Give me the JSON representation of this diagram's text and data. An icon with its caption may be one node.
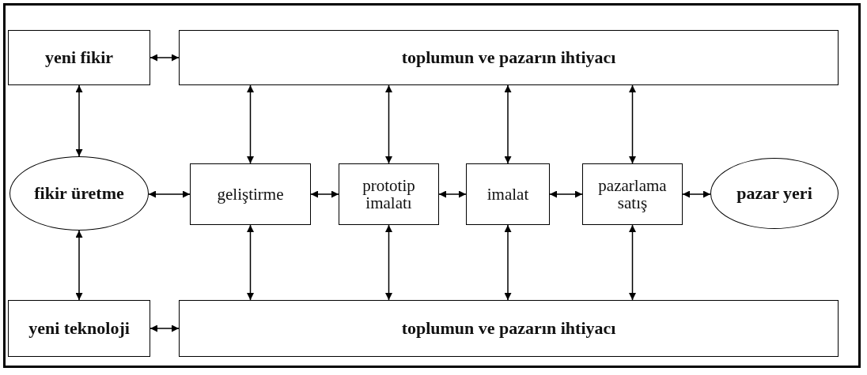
{
  "diagram": {
    "nodes": [
      {
        "text": [
          "yeni fikir"
        ]
      },
      {
        "text": [
          "toplumun ve pazarın ihtiyacı"
        ]
      },
      {
        "text": [
          "fikir üretme"
        ]
      },
      {
        "text": [
          "geliştirme"
        ]
      },
      {
        "text": [
          "prototip imalatı"
        ]
      },
      {
        "text": [
          "imalat"
        ]
      },
      {
        "text": [
          "pazarlama satış"
        ]
      },
      {
        "text": [
          "pazar yeri"
        ]
      },
      {
        "text": [
          "yeni teknoloji"
        ]
      },
      {
        "text": [
          "toplumun ve pazarın ihtiyacı"
        ]
      }
    ],
    "edges": [
      {
        "from": 0,
        "to": 1,
        "arrow": "both"
      },
      {
        "from": 0,
        "to": 2,
        "arrow": "both"
      },
      {
        "from": 1,
        "to": 3,
        "arrow": "both"
      },
      {
        "from": 1,
        "to": 4,
        "arrow": "both"
      },
      {
        "from": 1,
        "to": 5,
        "arrow": "both"
      },
      {
        "from": 1,
        "to": 6,
        "arrow": "both"
      },
      {
        "from": 2,
        "to": 3,
        "arrow": "both"
      },
      {
        "from": 3,
        "to": 4,
        "arrow": "both"
      },
      {
        "from": 4,
        "to": 5,
        "arrow": "both"
      },
      {
        "from": 5,
        "to": 6,
        "arrow": "both"
      },
      {
        "from": 6,
        "to": 7,
        "arrow": "both"
      },
      {
        "from": 2,
        "to": 8,
        "arrow": "both"
      },
      {
        "from": 3,
        "to": 9,
        "arrow": "both"
      },
      {
        "from": 4,
        "to": 9,
        "arrow": "both"
      },
      {
        "from": 5,
        "to": 9,
        "arrow": "both"
      },
      {
        "from": 6,
        "to": 9,
        "arrow": "both"
      },
      {
        "from": 8,
        "to": 9,
        "arrow": "both"
      }
    ]
  }
}
